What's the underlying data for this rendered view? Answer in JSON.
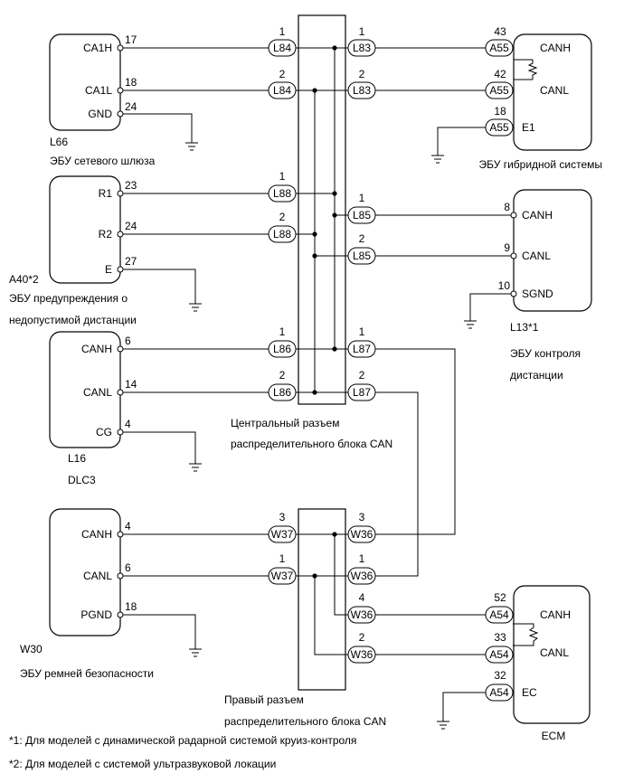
{
  "units": {
    "gateway": {
      "name": "ЭБУ сетевого шлюза",
      "code": "L66",
      "pins": {
        "ca1h": {
          "label": "CA1H",
          "num": "17"
        },
        "ca1l": {
          "label": "CA1L",
          "num": "18"
        },
        "gnd": {
          "label": "GND",
          "num": "24"
        }
      }
    },
    "hybrid": {
      "name": "ЭБУ гибридной системы",
      "pins": {
        "canh": {
          "label": "CANH",
          "num": "43"
        },
        "canl": {
          "label": "CANL",
          "num": "42"
        },
        "e1": {
          "label": "E1",
          "num": "18"
        }
      }
    },
    "clearance": {
      "name1": "ЭБУ предупреждения о",
      "name2": "недопустимой дистанции",
      "code": "A40*2",
      "pins": {
        "r1": {
          "label": "R1",
          "num": "23"
        },
        "r2": {
          "label": "R2",
          "num": "24"
        },
        "e": {
          "label": "E",
          "num": "27"
        }
      }
    },
    "distance": {
      "name1": "ЭБУ контроля",
      "name2": "дистанции",
      "code": "L13*1",
      "pins": {
        "canh": {
          "label": "CANH",
          "num": "8"
        },
        "canl": {
          "label": "CANL",
          "num": "9"
        },
        "sgnd": {
          "label": "SGND",
          "num": "10"
        }
      }
    },
    "dlc3": {
      "name": "DLC3",
      "code": "L16",
      "pins": {
        "canh": {
          "label": "CANH",
          "num": "6"
        },
        "canl": {
          "label": "CANL",
          "num": "14"
        },
        "cg": {
          "label": "CG",
          "num": "4"
        }
      }
    },
    "belt": {
      "name": "ЭБУ ремней безопасности",
      "code": "W30",
      "pins": {
        "canh": {
          "label": "CANH",
          "num": "4"
        },
        "canl": {
          "label": "CANL",
          "num": "6"
        },
        "pgnd": {
          "label": "PGND",
          "num": "18"
        }
      }
    },
    "ecm": {
      "name": "ECM",
      "pins": {
        "canh": {
          "label": "CANH",
          "num": "52"
        },
        "canl": {
          "label": "CANL",
          "num": "33"
        },
        "ec": {
          "label": "EC",
          "num": "32"
        }
      }
    }
  },
  "junctions": {
    "central": {
      "line1": "Центральный разъем",
      "line2": "распределительного блока CAN"
    },
    "right": {
      "line1": "Правый разъем",
      "line2": "распределительного блока CAN"
    }
  },
  "connectors": {
    "l84": "L84",
    "l83": "L83",
    "l88": "L88",
    "l85": "L85",
    "l86": "L86",
    "l87": "L87",
    "w37": "W37",
    "w36": "W36",
    "a55": "A55",
    "a54": "A54",
    "pins": {
      "p1": "1",
      "p2": "2",
      "p3": "3",
      "p4": "4"
    }
  },
  "footnotes": {
    "n1": "*1: Для моделей с динамической радарной системой круиз-контроля",
    "n2": "*2: Для моделей с системой ультразвуковой локации"
  }
}
